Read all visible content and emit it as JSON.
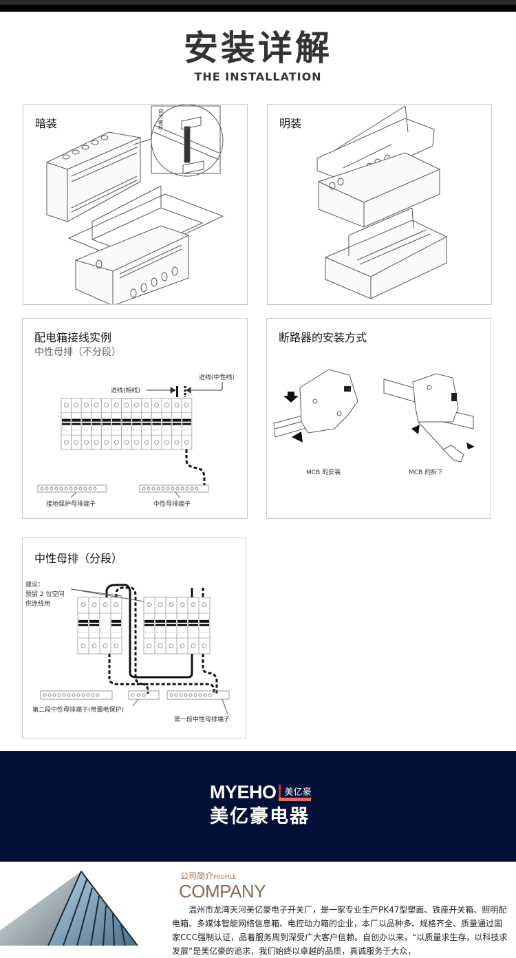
{
  "header": {
    "title_cn": "安装详解",
    "title_en": "THE INSTALLATION"
  },
  "panels": {
    "concealed": {
      "title": "暗装",
      "detail_label": "调节螺杆"
    },
    "surface": {
      "title": "明装"
    },
    "wiring": {
      "title": "配电箱接线实例",
      "subtitle": "中性母排（不分段）",
      "incoming_phase": "进线(相线)",
      "incoming_neutral": "进线(中性线)",
      "earth_bar": "接地保护母排端子",
      "neutral_bar": "中性母排端子",
      "breaker_count": 13
    },
    "mcb": {
      "title": "断路器的安装方式",
      "install_caption": "MCB 的安装",
      "removal_caption": "MCB 的拆下"
    },
    "segmented": {
      "title": "中性母排（分段）",
      "note_lines": [
        "建议：",
        "预留 2 位空间",
        "供连线用"
      ],
      "bar2_label": "第二段中性母排端子(带漏电保护)",
      "bar1_label": "第一段中性母排端子"
    }
  },
  "banner": {
    "brand_en": "MYEHO",
    "brand_badge": "美亿豪",
    "brand_cn": "美亿豪电器",
    "bg_color": "#021038",
    "accent_color": "#e02a2a"
  },
  "company": {
    "label_cn": "公司简介",
    "label_en": "PROFILE",
    "heading": "COMPANY",
    "intro": "温州市龙湾天河美亿豪电子开关厂，是一家专业生产PK47型塑面、铁座开关箱、照明配电箱、多媒体智能网络信息箱、电控动力箱的企业，本厂以品种多、规格齐全、质量通过国家CCC强制认证，品着服务周到深受广大客户信赖。自创办以来，“以质量求生存，以科技求发展”是美亿豪的追求，我们始终以卓越的品质，真诚服务于大众，"
  }
}
